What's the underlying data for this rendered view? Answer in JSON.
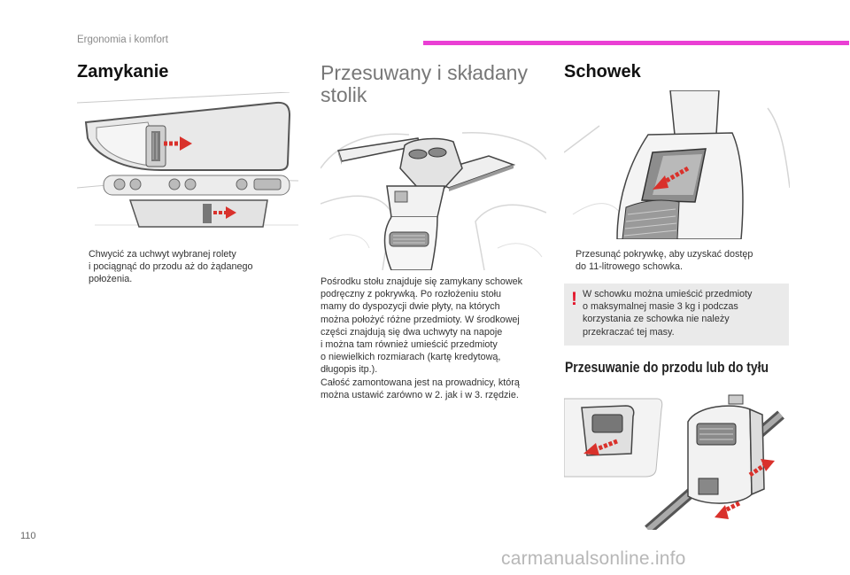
{
  "header": {
    "section_title": "Ergonomia i komfort"
  },
  "column1": {
    "heading": "Zamykanie",
    "bullet_line1": "Chwycić za uchwyt wybranej rolety",
    "bullet_line2": "i pociągnąć do przodu aż do żądanego",
    "bullet_line3": "położenia."
  },
  "column2": {
    "heading_line1": "Przesuwany i składany",
    "heading_line2": "stolik",
    "paragraph_lines": [
      "Pośrodku stołu znajduje się zamykany schowek",
      "podręczny z pokrywką. Po rozłożeniu stołu",
      "mamy do dyspozycji dwie płyty, na których",
      "można położyć różne przedmioty. W środkowej",
      "części znajdują się dwa uchwyty na napoje",
      "i można tam również umieścić przedmioty",
      "o niewielkich rozmiarach (kartę kredytową,",
      "długopis itp.).",
      "Całość zamontowana jest na prowadnicy, którą",
      "można ustawić zarówno w 2. jak i w 3. rzędzie."
    ]
  },
  "column3": {
    "heading": "Schowek",
    "bullet_line1": "Przesunąć pokrywkę, aby uzyskać dostęp",
    "bullet_line2": "do 11-litrowego schowka.",
    "warning_mark": "!",
    "warning_lines": [
      "W schowku można umieścić przedmioty",
      "o maksymalnej masie 3 kg i podczas",
      "korzystania ze schowka nie należy",
      "przekraczać tej masy."
    ],
    "subheading": "Przesuwanie do przodu lub do tyłu"
  },
  "bullet_symbol": "",
  "footer": {
    "page_number": "110",
    "watermark": "carmanualsonline.info"
  },
  "colors": {
    "accent_bar": "#ea3fd4",
    "arrow_red": "#d9312b",
    "warning_mark": "#e3152a",
    "warning_bg": "#eaeaea"
  }
}
